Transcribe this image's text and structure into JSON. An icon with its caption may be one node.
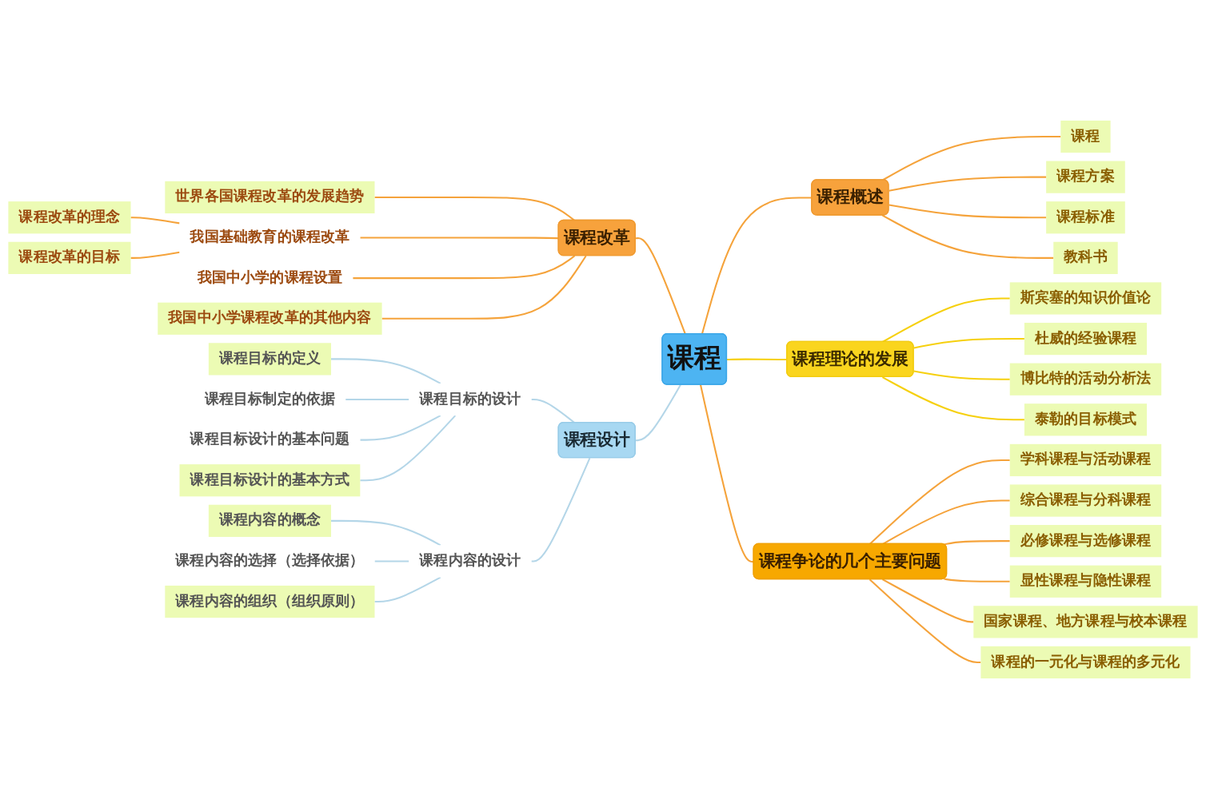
{
  "diagram": {
    "nodes": [
      {
        "text": [
          "课程"
        ]
      },
      {
        "text": [
          "课程概述"
        ]
      },
      {
        "text": [
          "课程"
        ]
      },
      {
        "text": [
          "课程方案"
        ]
      },
      {
        "text": [
          "课程标准"
        ]
      },
      {
        "text": [
          "教科书"
        ]
      },
      {
        "text": [
          "课程理论的发展"
        ]
      },
      {
        "text": [
          "斯宾塞的知识价值论"
        ]
      },
      {
        "text": [
          "杜威的经验课程"
        ]
      },
      {
        "text": [
          "博比特的活动分析法"
        ]
      },
      {
        "text": [
          "泰勒的目标模式"
        ]
      },
      {
        "text": [
          "课程争论的几个主要问题"
        ]
      },
      {
        "text": [
          "学科课程与活动课程"
        ]
      },
      {
        "text": [
          "综合课程与分科课程"
        ]
      },
      {
        "text": [
          "必修课程与选修课程"
        ]
      },
      {
        "text": [
          "显性课程与隐性课程"
        ]
      },
      {
        "text": [
          "国家课程、地方课程与校本课程"
        ]
      },
      {
        "text": [
          "课程的一元化与课程的多元化"
        ]
      },
      {
        "text": [
          "课程改革"
        ]
      },
      {
        "text": [
          "世界各国课程改革的发展趋势"
        ]
      },
      {
        "text": [
          "我国基础教育的课程改革"
        ]
      },
      {
        "text": [
          "课程改革的理念"
        ]
      },
      {
        "text": [
          "课程改革的目标"
        ]
      },
      {
        "text": [
          "我国中小学的课程设置"
        ]
      },
      {
        "text": [
          "我国中小学课程改革的其他内容"
        ]
      },
      {
        "text": [
          "课程设计"
        ]
      },
      {
        "text": [
          "课程目标的设计"
        ]
      },
      {
        "text": [
          "课程目标的定义"
        ]
      },
      {
        "text": [
          "课程目标制定的依据"
        ]
      },
      {
        "text": [
          "课程目标设计的基本问题"
        ]
      },
      {
        "text": [
          "课程目标设计的基本方式"
        ]
      },
      {
        "text": [
          "课程内容的设计"
        ]
      },
      {
        "text": [
          "课程内容的概念"
        ]
      },
      {
        "text": [
          "课程内容的选择（选择依据）"
        ]
      },
      {
        "text": [
          "课程内容的组织（组织原则）"
        ]
      }
    ],
    "edges": [
      {
        "from": 0,
        "to": 1,
        "arrow": "none"
      },
      {
        "from": 1,
        "to": 2,
        "arrow": "none"
      },
      {
        "from": 1,
        "to": 3,
        "arrow": "none"
      },
      {
        "from": 1,
        "to": 4,
        "arrow": "none"
      },
      {
        "from": 1,
        "to": 5,
        "arrow": "none"
      },
      {
        "from": 0,
        "to": 6,
        "arrow": "none",
        "color": "#f6d00e"
      },
      {
        "from": 6,
        "to": 7,
        "arrow": "none",
        "color": "#f6d00e"
      },
      {
        "from": 6,
        "to": 8,
        "arrow": "none",
        "color": "#f6d00e"
      },
      {
        "from": 6,
        "to": 9,
        "arrow": "none",
        "color": "#f6d00e"
      },
      {
        "from": 6,
        "to": 10,
        "arrow": "none",
        "color": "#f6d00e"
      },
      {
        "from": 0,
        "to": 11,
        "arrow": "none"
      },
      {
        "from": 11,
        "to": 12,
        "arrow": "none"
      },
      {
        "from": 11,
        "to": 13,
        "arrow": "none"
      },
      {
        "from": 11,
        "to": 14,
        "arrow": "none"
      },
      {
        "from": 11,
        "to": 15,
        "arrow": "none"
      },
      {
        "from": 11,
        "to": 16,
        "arrow": "none"
      },
      {
        "from": 11,
        "to": 17,
        "arrow": "none"
      },
      {
        "from": 18,
        "to": 0,
        "arrow": "none"
      },
      {
        "from": 19,
        "to": 18,
        "arrow": "none"
      },
      {
        "from": 20,
        "to": 18,
        "arrow": "none"
      },
      {
        "from": 21,
        "to": 20,
        "arrow": "none"
      },
      {
        "from": 22,
        "to": 20,
        "arrow": "none"
      },
      {
        "from": 23,
        "to": 18,
        "arrow": "none"
      },
      {
        "from": 24,
        "to": 18,
        "arrow": "none"
      },
      {
        "from": 25,
        "to": 0,
        "arrow": "none",
        "color": "#b4d6e8"
      },
      {
        "from": 26,
        "to": 25,
        "arrow": "none",
        "color": "#b4d6e8"
      },
      {
        "from": 27,
        "to": 26,
        "arrow": "none",
        "color": "#b4d6e8"
      },
      {
        "from": 28,
        "to": 26,
        "arrow": "none",
        "color": "#b4d6e8"
      },
      {
        "from": 29,
        "to": 26,
        "arrow": "none",
        "color": "#b4d6e8"
      },
      {
        "from": 30,
        "to": 26,
        "arrow": "none",
        "color": "#b4d6e8"
      },
      {
        "from": 31,
        "to": 25,
        "arrow": "none",
        "color": "#b4d6e8"
      },
      {
        "from": 32,
        "to": 31,
        "arrow": "none",
        "color": "#b4d6e8"
      },
      {
        "from": 33,
        "to": 31,
        "arrow": "none",
        "color": "#b4d6e8"
      },
      {
        "from": 34,
        "to": 31,
        "arrow": "none",
        "color": "#b4d6e8"
      }
    ]
  }
}
